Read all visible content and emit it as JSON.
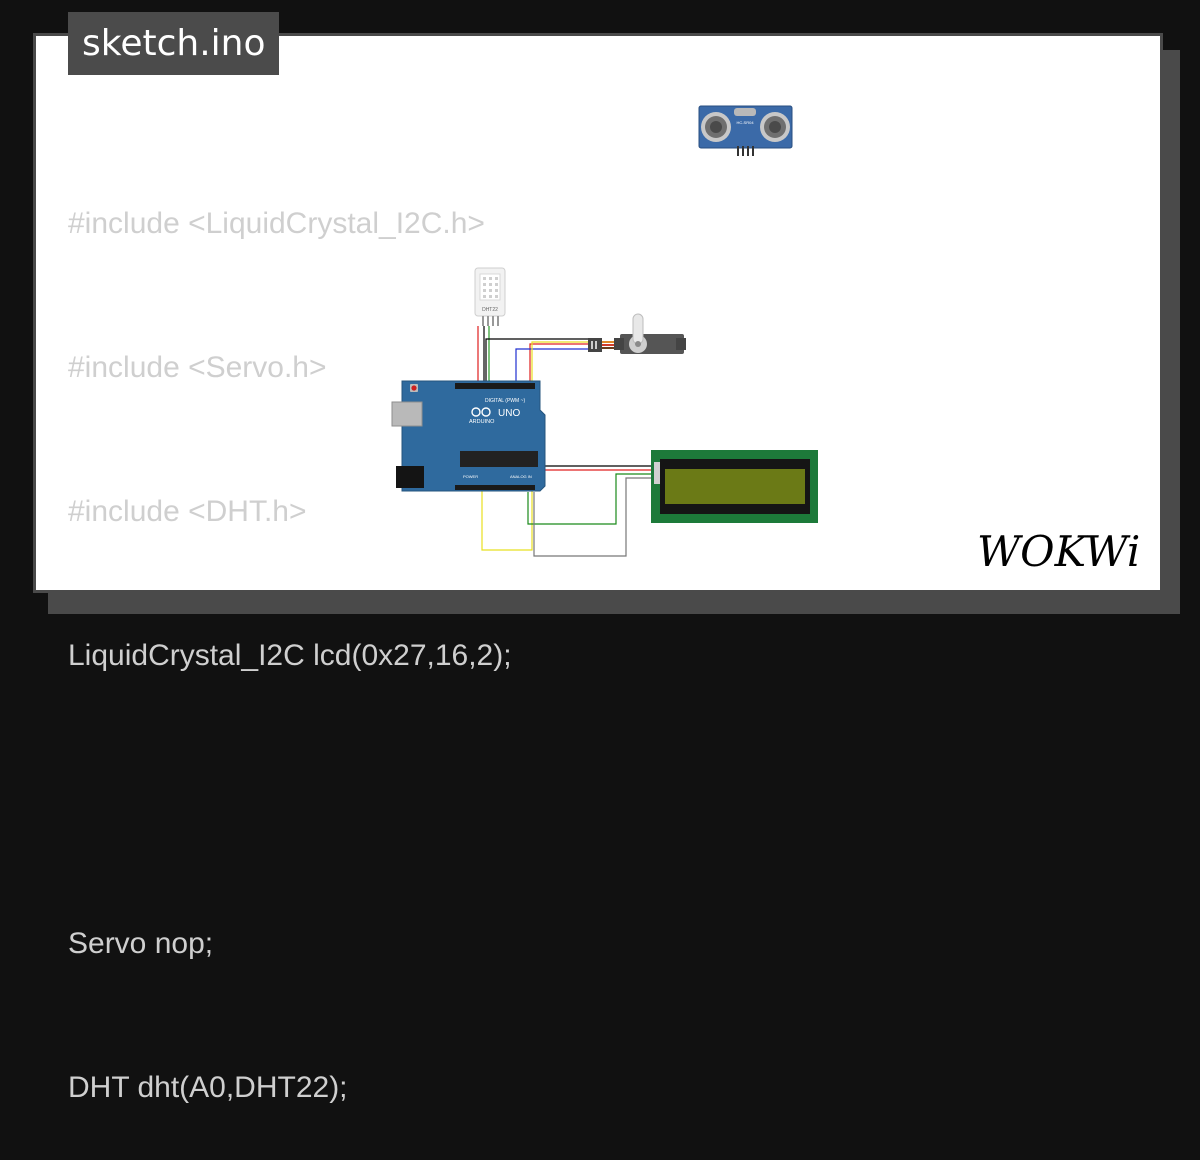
{
  "title": "sketch.ino",
  "code_lines": [
    "#include <LiquidCrystal_I2C.h>",
    "#include <Servo.h>",
    "#include <DHT.h>",
    "LiquidCrystal_I2C lcd(0x27,16,2);",
    "",
    "Servo nop;",
    "DHT dht(A0,DHT22);"
  ],
  "components": {
    "dht_label": "DHT22",
    "arduino_brand": "ARDUINO",
    "arduino_model": "UNO",
    "arduino_digital": "DIGITAL (PWM ~)",
    "arduino_power": "POWER",
    "arduino_analog": "ANALOG IN",
    "sensor_label": "HC-SR04"
  },
  "logo_text": "WOKWi",
  "colors": {
    "background": "#111111",
    "card_border": "#4a4a4a",
    "code_text": "#cfcfcf",
    "arduino_blue": "#2f6a9e",
    "lcd_green": "#1d7a3a",
    "lcd_screen": "#6b7a16"
  }
}
